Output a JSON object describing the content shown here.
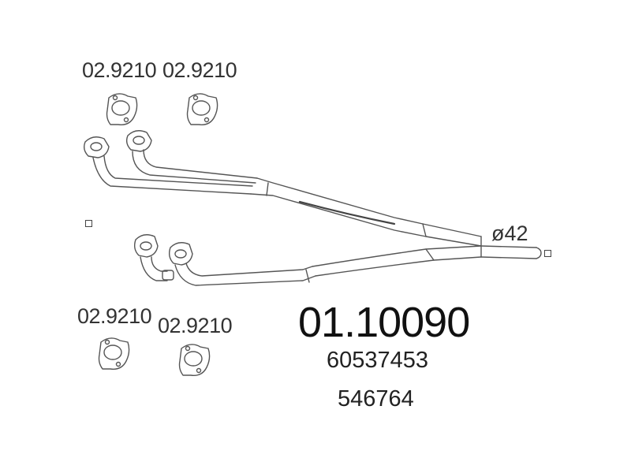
{
  "gaskets": {
    "top_left_label": "02.9210",
    "top_right_label": "02.9210",
    "bottom_left_label": "02.9210",
    "bottom_right_label": "02.9210"
  },
  "part": {
    "number": "01.10090",
    "oem_ref_1": "60537453",
    "oem_ref_2": "546764"
  },
  "pipe": {
    "diameter_label": "ø42"
  }
}
